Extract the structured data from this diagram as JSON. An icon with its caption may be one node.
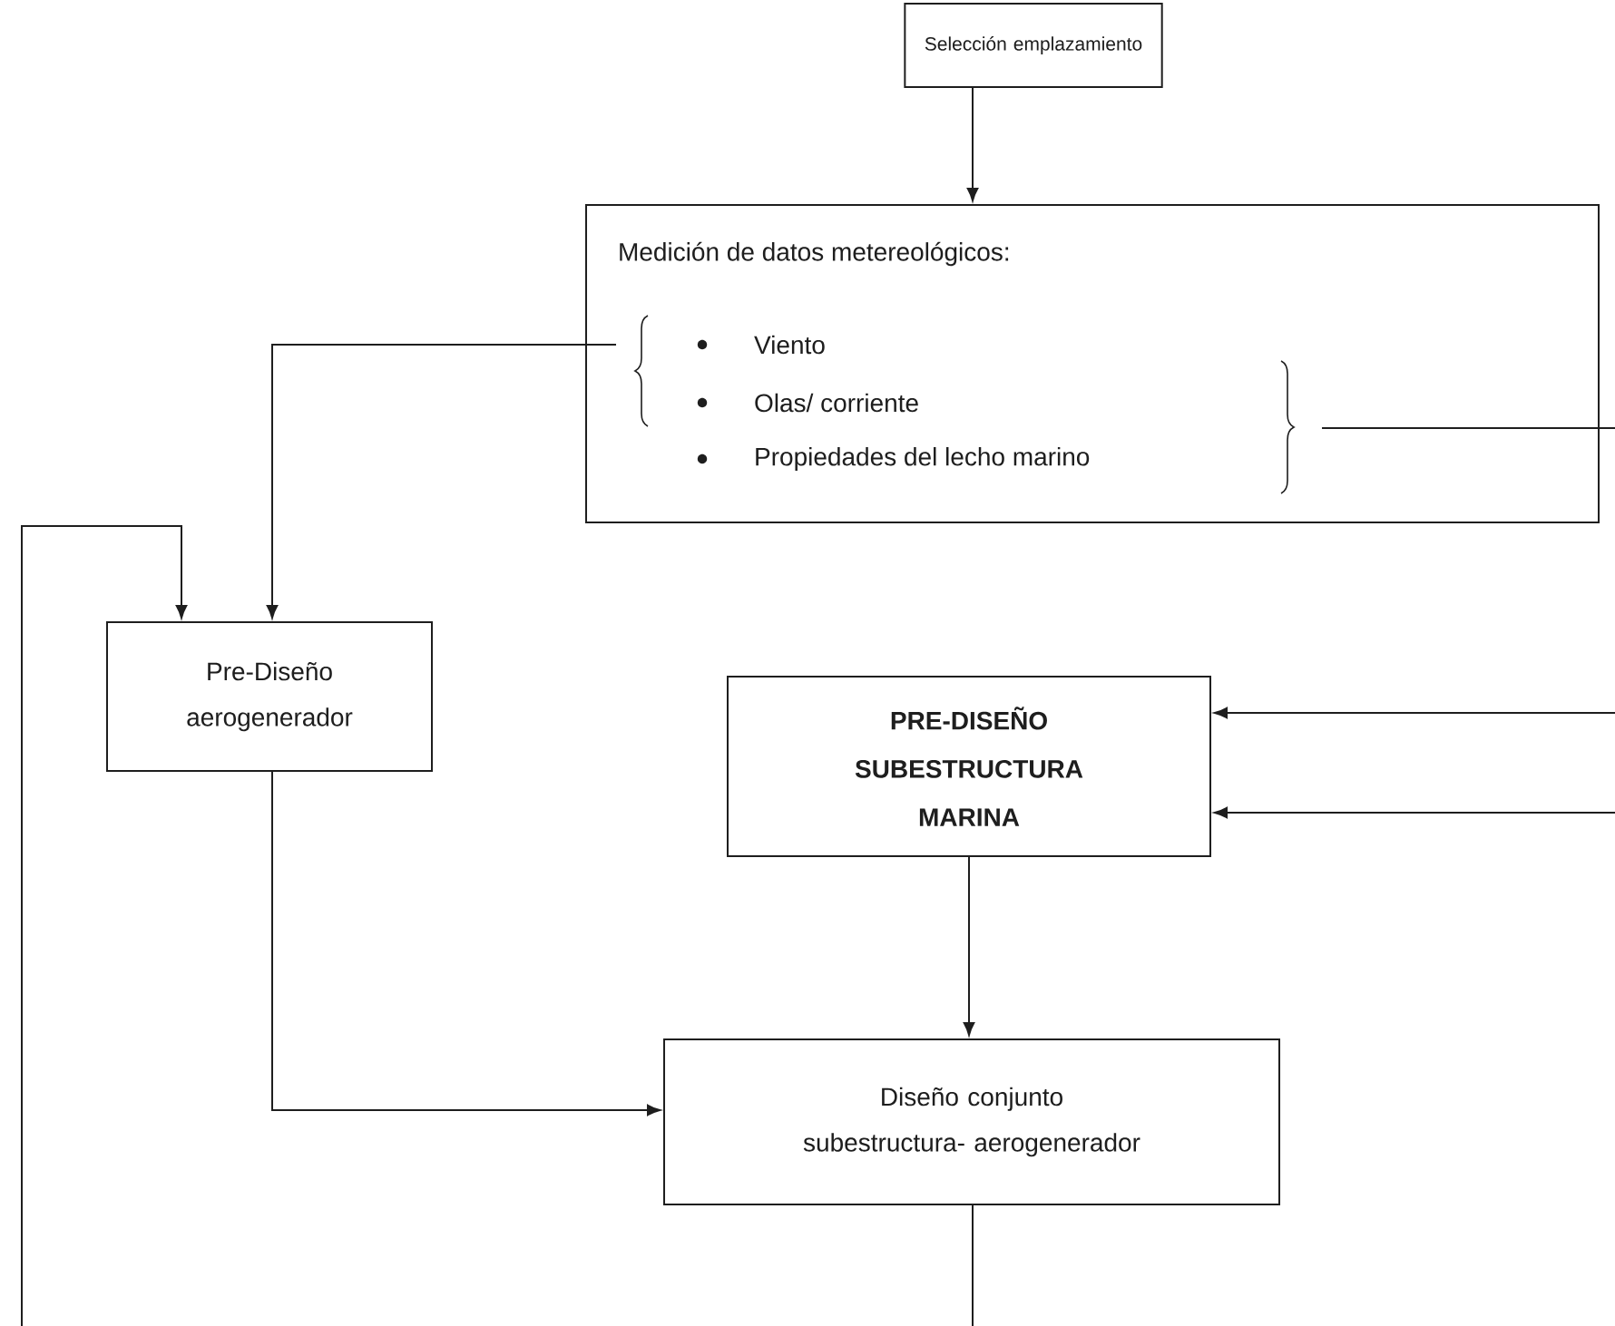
{
  "diagram": {
    "nodes": [
      {
        "text": [
          "Selección emplazamiento"
        ]
      },
      {
        "text": [
          "Medición de datos metereológicos:",
          "Viento",
          "Olas/ corriente",
          "Propiedades del lecho marino"
        ]
      },
      {
        "text": [
          "Pre-Diseño aerogenerador"
        ]
      },
      {
        "text": [
          "PRE-DISEÑO SUBESTRUCTURA MARINA"
        ]
      },
      {
        "text": [
          "Diseño conjunto subestructura- aerogenerador"
        ]
      }
    ],
    "edges": [
      {
        "from": 0,
        "to": 1,
        "arrow": "to"
      },
      {
        "from": 1,
        "to": 2,
        "arrow": "to"
      },
      {
        "from": 1,
        "to": null,
        "arrow": "none"
      },
      {
        "from": null,
        "to": 3,
        "arrow": "to"
      },
      {
        "from": null,
        "to": 3,
        "arrow": "to"
      },
      {
        "from": null,
        "to": 2,
        "arrow": "to"
      },
      {
        "from": 2,
        "to": 4,
        "arrow": "to"
      },
      {
        "from": 3,
        "to": 4,
        "arrow": "to"
      },
      {
        "from": 4,
        "to": null,
        "arrow": "none"
      }
    ]
  }
}
